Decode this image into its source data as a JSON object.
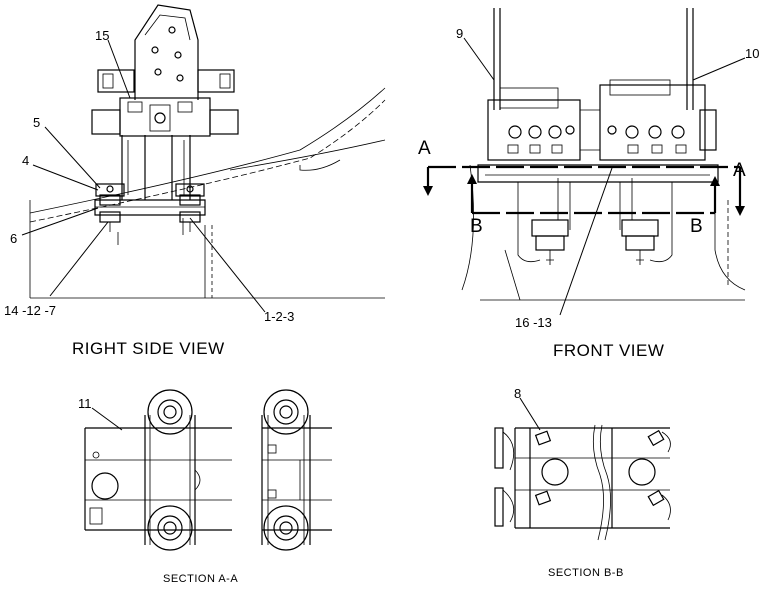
{
  "views": {
    "right_side_title": "RIGHT SIDE VIEW",
    "front_title": "FRONT  VIEW",
    "section_aa_title": "SECTION  A-A",
    "section_bb_title": "SECTION  B-B"
  },
  "callouts": {
    "c15": "15",
    "c5": "5",
    "c4": "4",
    "c6": "6",
    "c14_12_7": "14 -12 -7",
    "c1_2_3": "1-2-3",
    "c9": "9",
    "c10": "10",
    "c16_13": "16 -13",
    "c11": "11",
    "c8": "8"
  },
  "section_markers": {
    "a_left": "A",
    "a_right": "A",
    "b_left": "B",
    "b_right": "B"
  },
  "colors": {
    "ink": "#000000",
    "paper": "#ffffff"
  }
}
